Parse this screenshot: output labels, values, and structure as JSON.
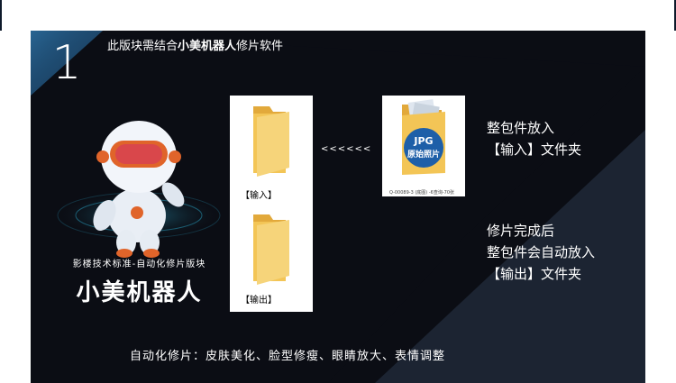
{
  "section": {
    "number": "1",
    "title_prefix": "此版块需结合",
    "title_bold": "小美机器人",
    "title_suffix": "修片软件"
  },
  "robot_logo": {
    "subtitle": "影楼技术标准-自动化修片版块",
    "name": "小美机器人"
  },
  "folders": {
    "input_label": "【输入】",
    "output_label": "【输出】"
  },
  "source_card": {
    "badge_line1": "JPG",
    "badge_line2": "原始照片",
    "caption": "Q-00089-3 (底图) -6查询-70张"
  },
  "arrows": "<<<<<<",
  "steps": {
    "step1_line1": "整包件放入",
    "step1_line2": "【输入】文件夹",
    "step2_line1": "修片完成后",
    "step2_line2": "整包件会自动放入",
    "step2_line3": "【输出】文件夹"
  },
  "footer": "自动化修片：皮肤美化、脸型修瘦、眼睛放大、表情调整",
  "colors": {
    "panel_bg": "#0b0d14",
    "diagonal": "#1c2432",
    "corner_blue": "#1f4a70",
    "folder_yellow": "#f3c556",
    "badge_blue": "#1e5fa8"
  }
}
